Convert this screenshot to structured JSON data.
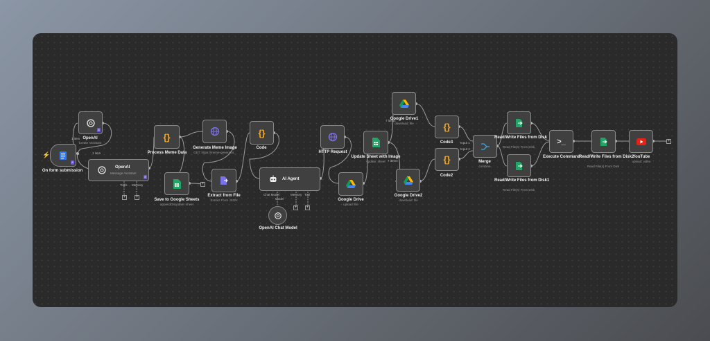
{
  "nodes": {
    "form": {
      "label": "On form submission"
    },
    "openai1": {
      "label": "OpenAI",
      "sub": "Create Assistant"
    },
    "openai2": {
      "label": "OpenAI",
      "sub": "Message Assistant"
    },
    "process": {
      "label": "Process Meme Data"
    },
    "save_sheets": {
      "label": "Save to Google Sheets",
      "sub": "appendOrUpdate: sheet"
    },
    "generate": {
      "label": "Generate Meme Image",
      "sub": "GET: https://meme-generator..."
    },
    "extract": {
      "label": "Extract from File",
      "sub": "Extract From JSON"
    },
    "code": {
      "label": "Code"
    },
    "agent": {
      "label": "AI Agent"
    },
    "chat_model": {
      "label": "OpenAI Chat Model"
    },
    "http": {
      "label": "HTTP Request"
    },
    "update_sheet": {
      "label": "Update Sheet with Image",
      "sub": "update: sheet"
    },
    "gdrive": {
      "label": "Google Drive",
      "sub": "upload: file"
    },
    "gdrive1": {
      "label": "Google Drive1",
      "sub": "download: file"
    },
    "gdrive2": {
      "label": "Google Drive2",
      "sub": "download: file"
    },
    "code3": {
      "label": "Code3"
    },
    "code2": {
      "label": "Code2"
    },
    "merge": {
      "label": "Merge",
      "sub": "combine"
    },
    "rw_disk": {
      "label": "Read/Write Files from Disk",
      "sub": "Read File(s) From Disk"
    },
    "rw_disk1": {
      "label": "Read/Write Files from Disk1",
      "sub": "Read File(s) From Disk"
    },
    "execute": {
      "label": "Execute Command"
    },
    "rw_disk2": {
      "label": "Read/Write Files from Disk2",
      "sub": "Read File(s) From Disk"
    },
    "youtube": {
      "label": "YouTube",
      "sub": "upload: video"
    }
  },
  "ports": {
    "tools": "Tools",
    "memory": "Memory",
    "chat_model": "Chat Model",
    "memory2": "Memory",
    "tool": "Tool",
    "model_star": "Model"
  },
  "edge_labels": {
    "one_item_a": "1 item",
    "one_item_b": "1 item",
    "seven_items_a": "7 items",
    "seven_items_b": "7 items",
    "input1_a": "Input 1",
    "input2_a": "Input 2"
  },
  "badges": {
    "b": "8"
  },
  "colors": {
    "canvas": "#2a2a2a",
    "node_bg": "#404040",
    "node_border": "#8a8a8a",
    "wire": "#9c9c9c",
    "sheets_green": "#23a566",
    "youtube_red": "#e62117",
    "code_orange": "#f5a623",
    "http_purple": "#7a73e8",
    "trigger_red": "#ff5b5b"
  },
  "icons": {
    "form": "form-icon",
    "openai": "openai-icon",
    "code": "code-braces-icon",
    "globe": "globe-icon",
    "sheets": "google-sheets-icon",
    "extract": "extract-file-icon",
    "robot": "robot-icon",
    "drive": "google-drive-icon",
    "merge": "merge-icon",
    "disk": "disk-file-icon",
    "terminal": "terminal-icon",
    "youtube": "youtube-icon"
  }
}
